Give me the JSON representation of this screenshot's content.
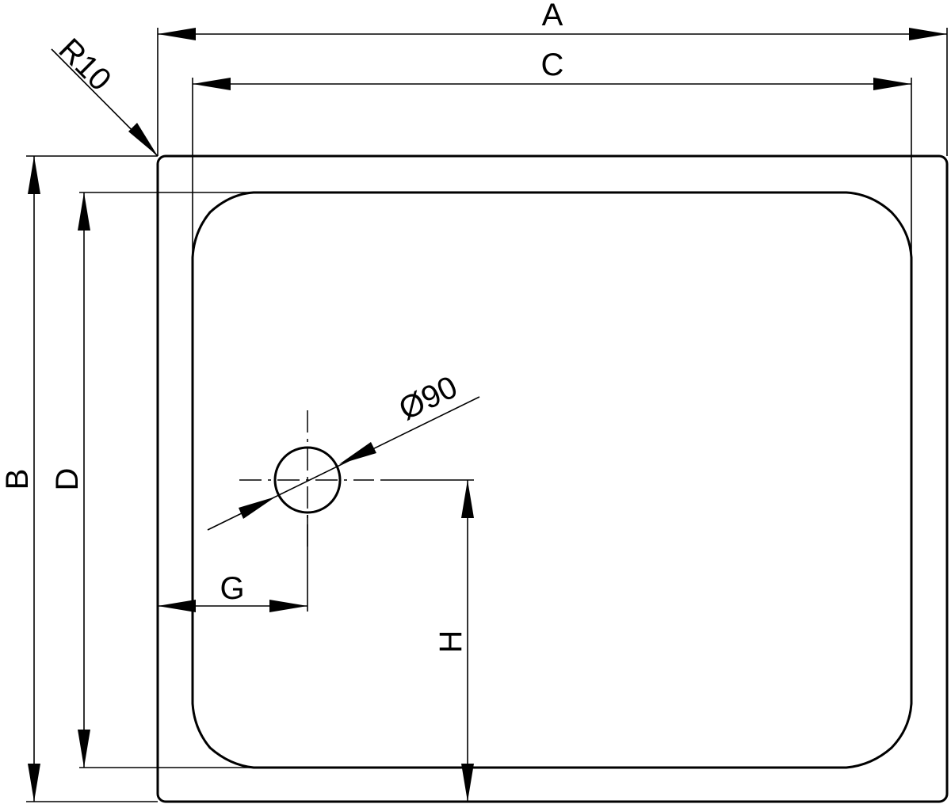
{
  "dimensions": {
    "outer_width": "A",
    "inner_width": "C",
    "outer_depth": "B",
    "inner_depth": "D",
    "drain_offset_x": "G",
    "drain_offset_y": "H",
    "corner_radius": "R10",
    "drain_diameter": "Ø90"
  }
}
